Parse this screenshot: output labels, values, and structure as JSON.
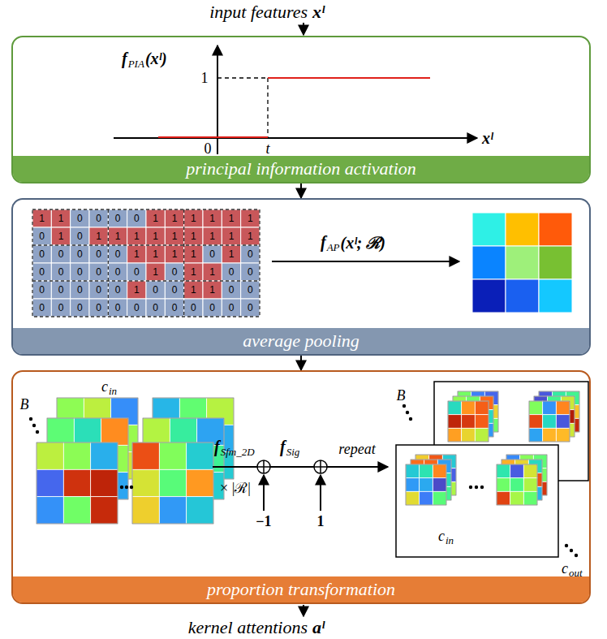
{
  "diagram": {
    "nodes": [
      {
        "text": [
          "principal information activation"
        ]
      },
      {
        "text": [
          "average pooling"
        ]
      },
      {
        "text": [
          "proportion transformation"
        ]
      }
    ],
    "edges": [
      {
        "from": 0,
        "to": 1,
        "arrow": "to"
      },
      {
        "from": 1,
        "to": 2,
        "arrow": "to"
      }
    ],
    "labels": [
      "input features",
      "xˡ",
      "f",
      "PIA",
      "(xˡ)",
      "1",
      "0",
      "t",
      "xˡ",
      "1",
      "1",
      "0",
      "0",
      "0",
      "0",
      "1",
      "1",
      "1",
      "1",
      "1",
      "1",
      "0",
      "1",
      "0",
      "1",
      "1",
      "1",
      "1",
      "1",
      "1",
      "1",
      "1",
      "1",
      "0",
      "0",
      "0",
      "0",
      "0",
      "1",
      "1",
      "1",
      "1",
      "0",
      "1",
      "0",
      "0",
      "0",
      "0",
      "0",
      "0",
      "0",
      "1",
      "0",
      "1",
      "1",
      "0",
      "0",
      "0",
      "0",
      "0",
      "0",
      "0",
      "1",
      "0",
      "0",
      "1",
      "1",
      "0",
      "0",
      "0",
      "0",
      "0",
      "0",
      "0",
      "0",
      "0",
      "0",
      "0",
      "0",
      "0",
      "0",
      "f",
      "AP",
      "(xˡ; ℛ)",
      "B",
      "c",
      "in",
      "f",
      "Sfm_2D",
      "× |ℛ|",
      "−1",
      "f",
      "Sig",
      "1",
      "repeat",
      "B",
      "c",
      "in",
      "c",
      "out",
      "kernel attentions",
      "aˡ"
    ]
  }
}
